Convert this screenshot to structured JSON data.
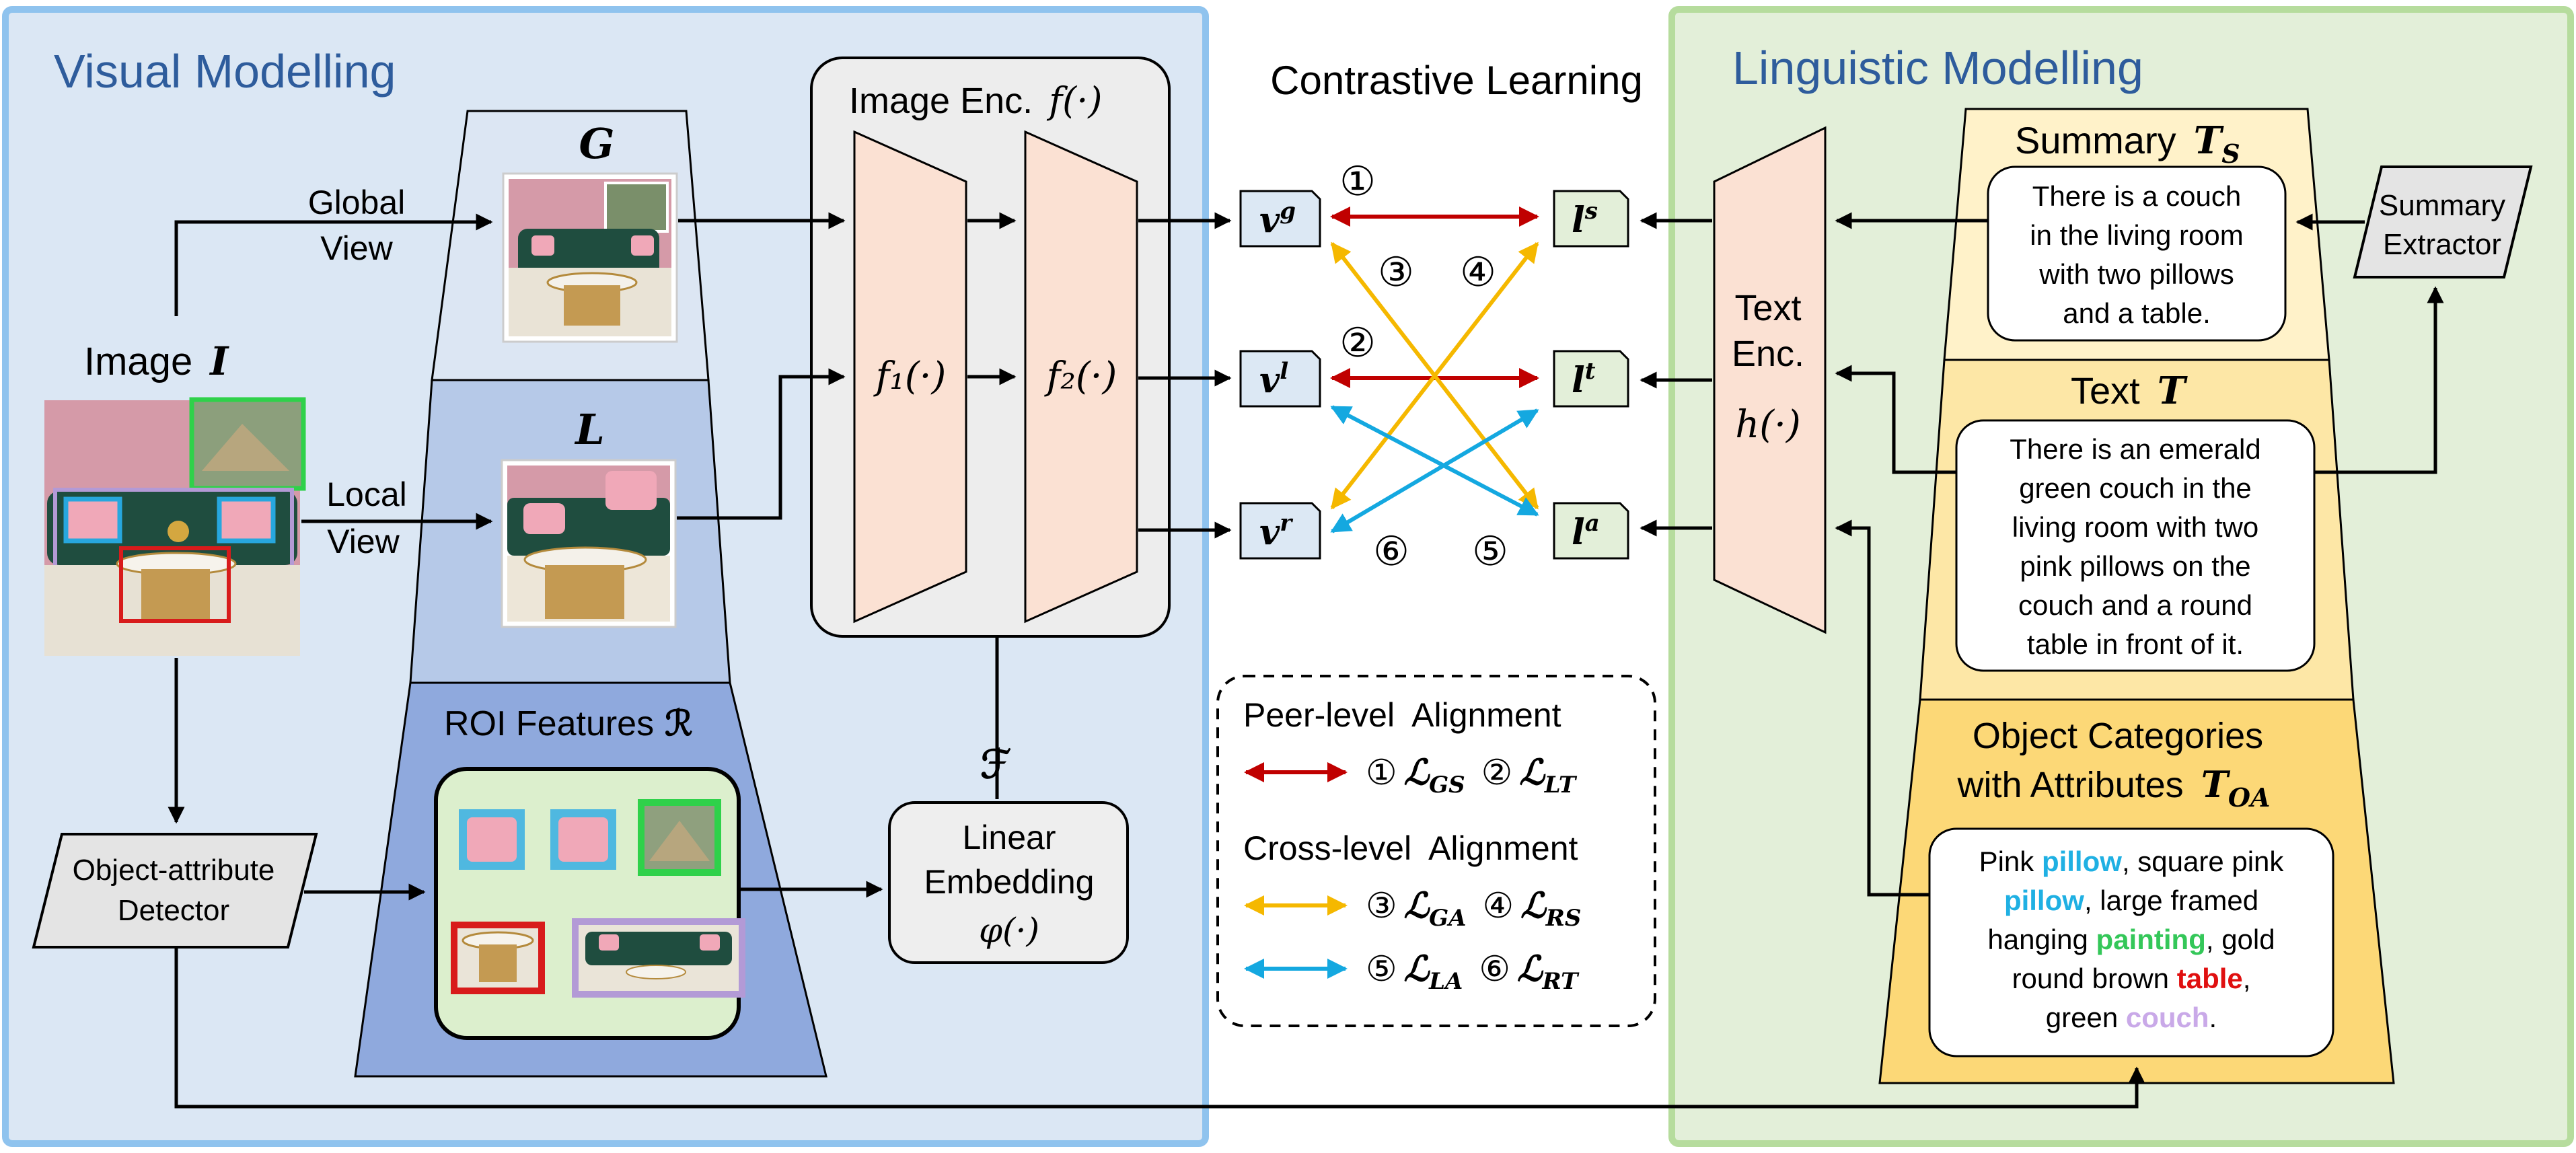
{
  "colors": {
    "visual_panel": "#dbe7f4",
    "visual_border": "#8fc3ee",
    "linguistic_panel": "#e3efd9",
    "linguistic_border": "#b6dc9d",
    "peer_arrow": "#c00000",
    "cross_arrow_yellow": "#f5b800",
    "cross_arrow_blue": "#14a8e0",
    "encoder_fill": "#fbe1d3",
    "summary_fill": "#fff2c9",
    "text_fill": "#fde7a6",
    "objects_fill": "#fcd877",
    "roi_inner_fill": "#dcefcd",
    "token_visual": "#dce8f4",
    "token_text": "#e3efd9",
    "highlight_blue": "#1fb0e3",
    "highlight_green": "#34c759",
    "highlight_red": "#e01010",
    "highlight_purple": "#c9a9e8"
  },
  "visual": {
    "title": "Visual Modelling",
    "image_label": "Image",
    "image_symbol": "I",
    "global_view": [
      "Global",
      "View"
    ],
    "local_view": [
      "Local",
      "View"
    ],
    "global_symbol": "G",
    "local_symbol": "L",
    "roi_label": "ROI Features",
    "roi_symbol": "ℛ",
    "detector": [
      "Object-attribute",
      "Detector"
    ],
    "linear_embedding": [
      "Linear",
      "Embedding",
      "φ(·)"
    ],
    "f_symbol": "ℱ",
    "image_encoder_label": "Image Enc.",
    "image_encoder_fn": "f(·)",
    "f1": "f₁(·)",
    "f2": "f₂(·)"
  },
  "contrastive": {
    "title": "Contrastive Learning",
    "visual_tokens": [
      {
        "base": "v",
        "sup": "g"
      },
      {
        "base": "v",
        "sup": "l"
      },
      {
        "base": "v",
        "sup": "r"
      }
    ],
    "text_tokens": [
      {
        "base": "l",
        "sup": "s"
      },
      {
        "base": "l",
        "sup": "t"
      },
      {
        "base": "l",
        "sup": "a"
      }
    ],
    "circle_numbers": [
      "①",
      "②",
      "③",
      "④",
      "⑤",
      "⑥"
    ]
  },
  "legend": {
    "peer_title": "Peer-level  Alignment",
    "cross_title": "Cross-level  Alignment",
    "rows": [
      {
        "items": [
          {
            "num": "①",
            "sym": "ℒ",
            "sub": "GS"
          },
          {
            "num": "②",
            "sym": "ℒ",
            "sub": "LT"
          }
        ]
      },
      {
        "items": [
          {
            "num": "③",
            "sym": "ℒ",
            "sub": "GA"
          },
          {
            "num": "④",
            "sym": "ℒ",
            "sub": "RS"
          }
        ]
      },
      {
        "items": [
          {
            "num": "⑤",
            "sym": "ℒ",
            "sub": "LA"
          },
          {
            "num": "⑥",
            "sym": "ℒ",
            "sub": "RT"
          }
        ]
      }
    ]
  },
  "linguistic": {
    "title": "Linguistic Modelling",
    "text_encoder": [
      "Text",
      "Enc.",
      "h(·)"
    ],
    "summary_label": "Summary",
    "summary_symbol": "T",
    "summary_sub": "S",
    "summary_lines": [
      "There is a couch",
      "in the living room",
      "with two pillows",
      "and a table."
    ],
    "summary_extractor": [
      "Summary",
      "Extractor"
    ],
    "text_label": "Text",
    "text_symbol": "T",
    "text_lines": [
      "There is an emerald",
      "green couch in the",
      "living room with two",
      "pink pillows on the",
      "couch and a round",
      "table in front of it."
    ],
    "objects_label": [
      "Object Categories",
      "with Attributes"
    ],
    "objects_symbol": "T",
    "objects_sub": "OA",
    "objects_segments": [
      [
        "Pink ",
        "pillow",
        ", square pink"
      ],
      [
        "pillow",
        ", large framed"
      ],
      [
        "hanging ",
        "painting",
        ", gold"
      ],
      [
        "round brown ",
        "table",
        ","
      ],
      [
        "green ",
        "couch",
        "."
      ]
    ]
  }
}
